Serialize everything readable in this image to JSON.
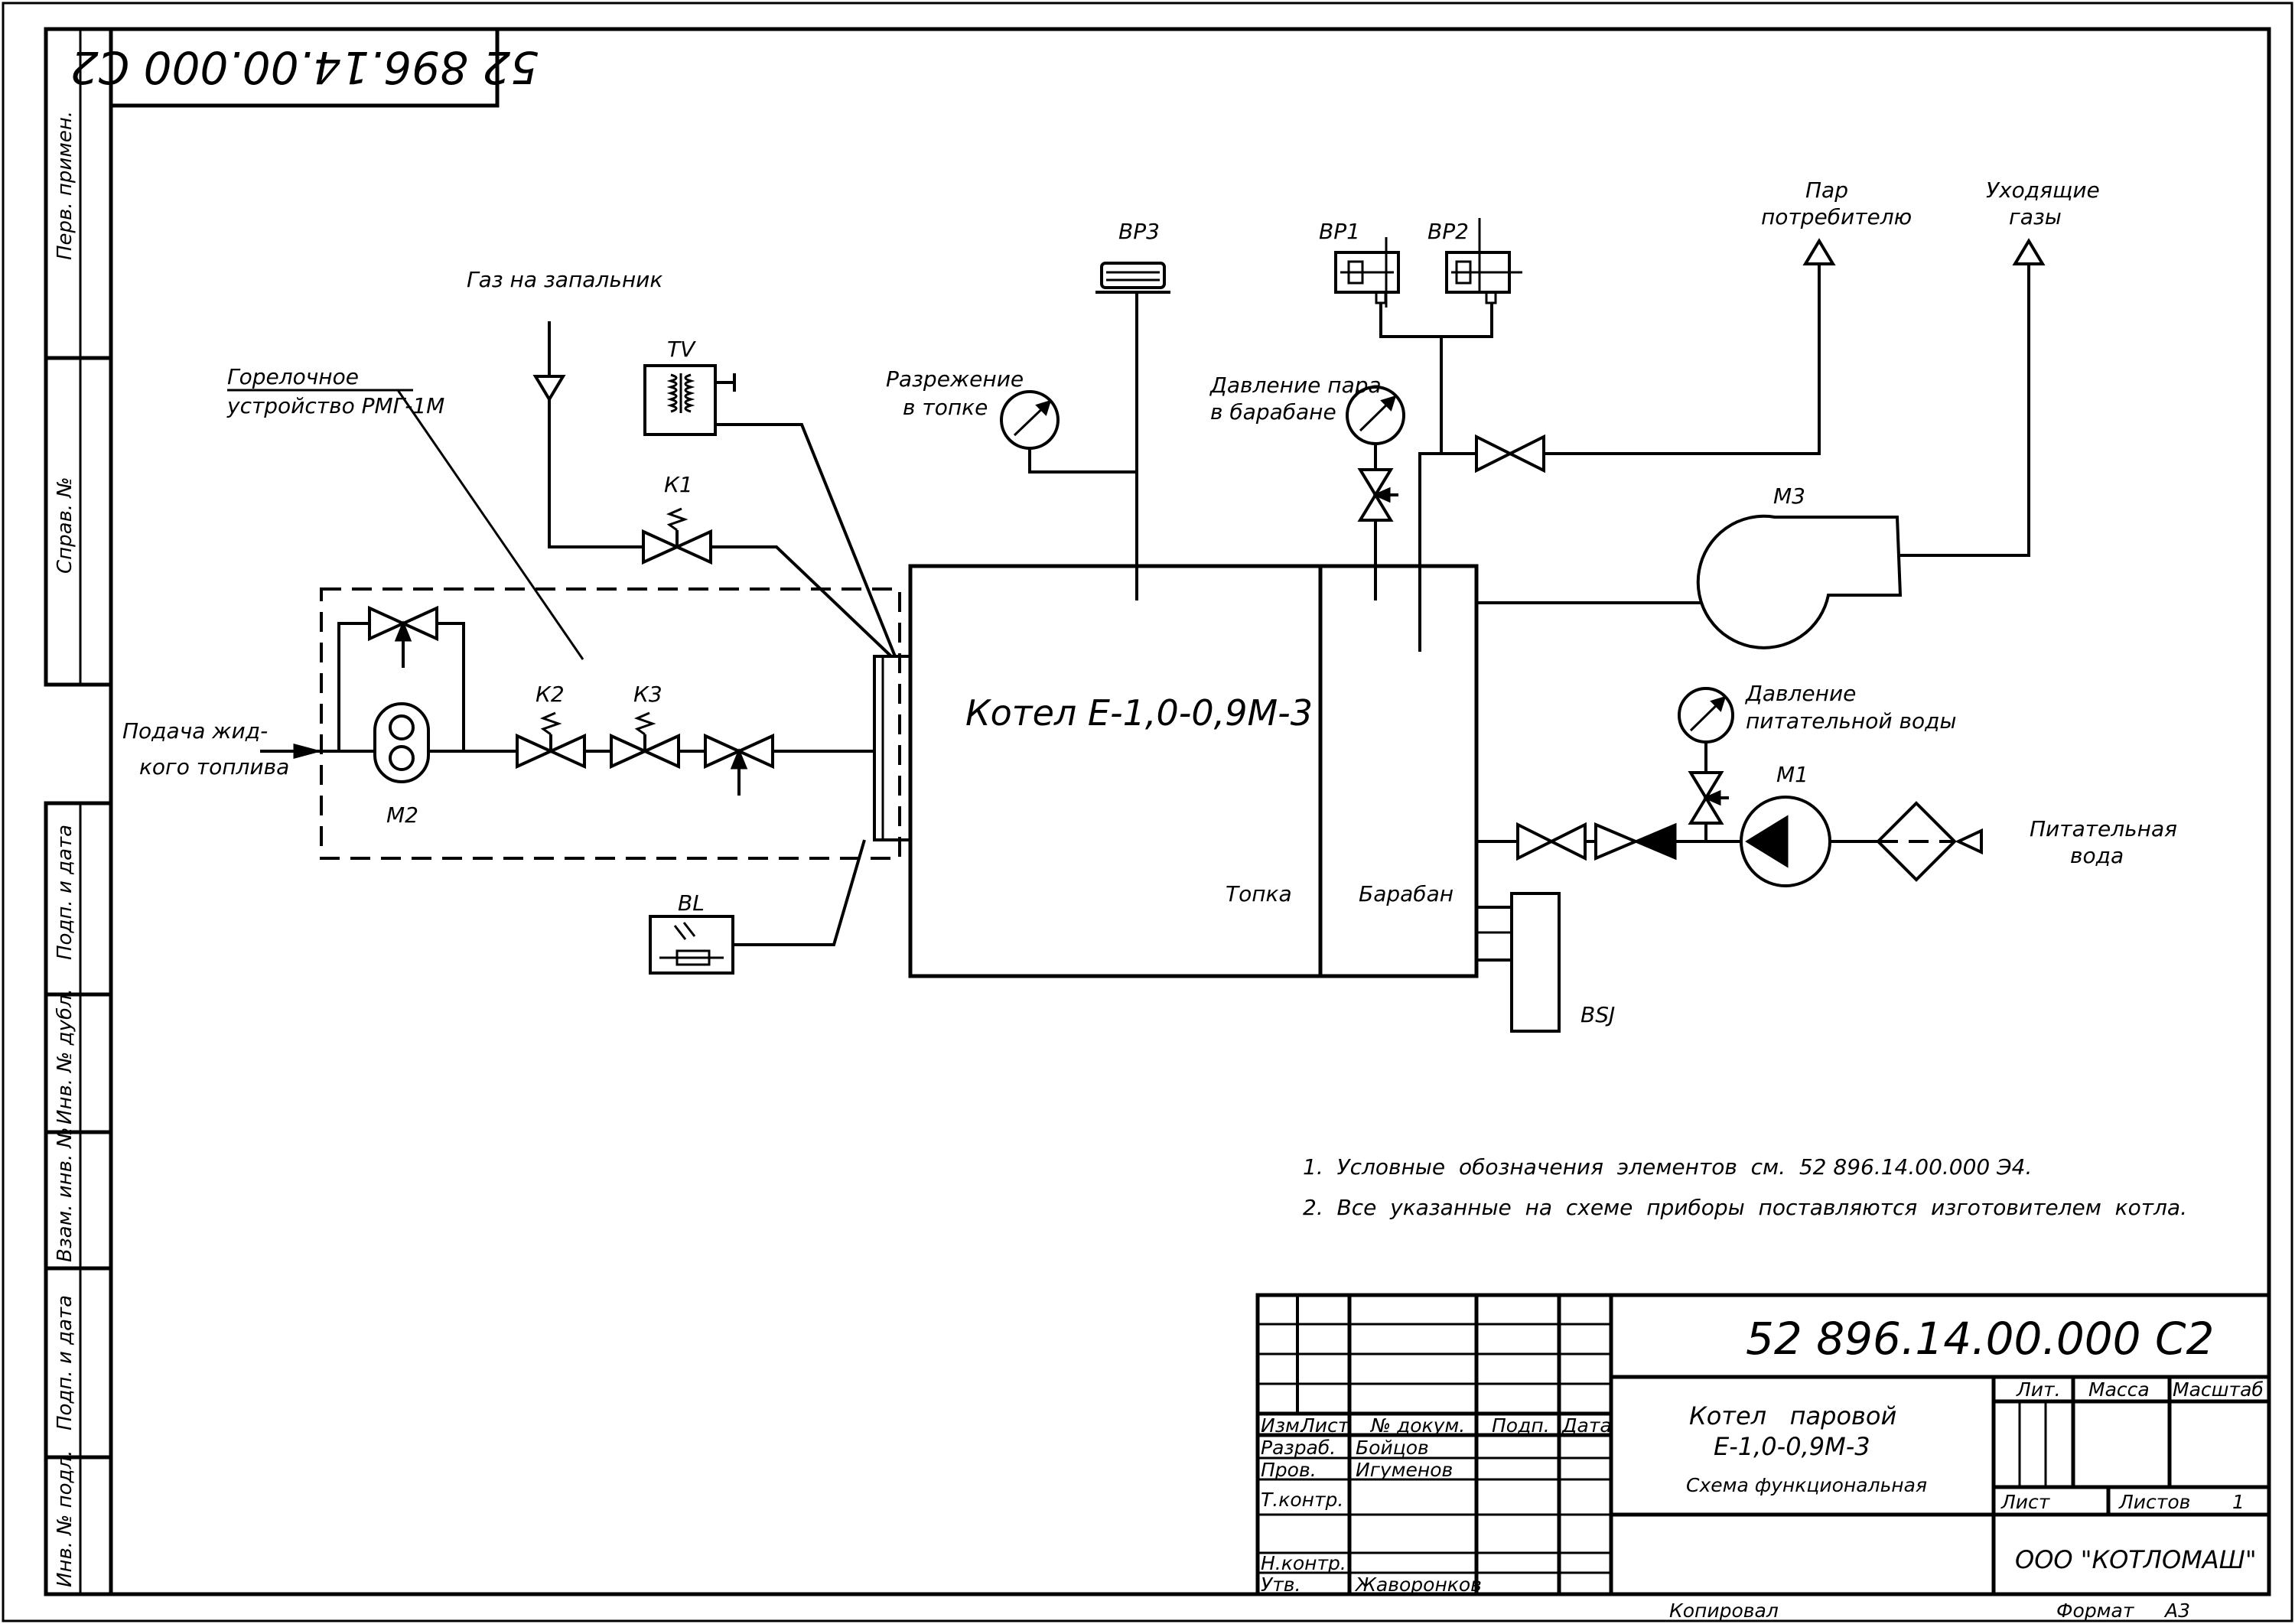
{
  "stamp": "52 896.14.00.000 С2",
  "side_columns": [
    "Перв. примен.",
    "Справ. №",
    "Подп. и дата",
    "Инв. № дубл.",
    "Взам. инв. №",
    "Подп. и дата",
    "Инв. № подл."
  ],
  "labels": {
    "gas_igniter": "Газ на запальник",
    "burner_1": "Горелочное",
    "burner_2": "устройство РМГ-1М",
    "tv": "TV",
    "k1": "К1",
    "k2": "К2",
    "k3": "К3",
    "m2": "М2",
    "feed_1": "Подача жид-",
    "feed_2": "кого топлива",
    "bl": "BL",
    "vacuum_1": "Разрежение",
    "vacuum_2": "в топке",
    "bp3": "ВР3",
    "bp1": "ВР1",
    "bp2": "ВР2",
    "steam_pressure_1": "Давление пара",
    "steam_pressure_2": "в барабане",
    "steam_1": "Пар",
    "steam_2": "потребителю",
    "flue_1": "Уходящие",
    "flue_2": "газы",
    "m3": "М3",
    "boiler": "Котел Е-1,0-0,9М-3",
    "furnace": "Топка",
    "drum": "Барабан",
    "feedwater_pressure_1": "Давление",
    "feedwater_pressure_2": "питательной воды",
    "m1": "М1",
    "feedwater_1": "Питательная",
    "feedwater_2": "вода",
    "bsj": "BSJ"
  },
  "notes": [
    "1.  Условные  обозначения  элементов  см.  52 896.14.00.000 Э4.",
    "2.  Все  указанные  на  схеме  приборы  поставляются  изготовителем  котла."
  ],
  "title_block": {
    "designation": "52 896.14.00.000 С2",
    "name_1": "Котел   паровой",
    "name_2": "Е-1,0-0,9М-3",
    "name_3": "Схема функциональная",
    "col_izm": "Изм.",
    "col_list": "Лист",
    "col_doc": "№ докум.",
    "col_sign": "Подп.",
    "col_date": "Дата",
    "razrab": "Разраб.",
    "razrab_name": "Бойцов",
    "prov": "Пров.",
    "prov_name": "Игуменов",
    "tkontr": "Т.контр.",
    "nkontr": "Н.контр.",
    "utv": "Утв.",
    "utv_name": "Жаворонков",
    "lit": "Лит.",
    "massa": "Масса",
    "masshtab": "Масштаб",
    "sheet": "Лист",
    "sheets": "Листов",
    "sheets_count": "1",
    "org": "ООО \"КОТЛОМАШ\""
  },
  "bottom": {
    "copied": "Копировал",
    "format": "Формат",
    "format_value": "А3"
  }
}
